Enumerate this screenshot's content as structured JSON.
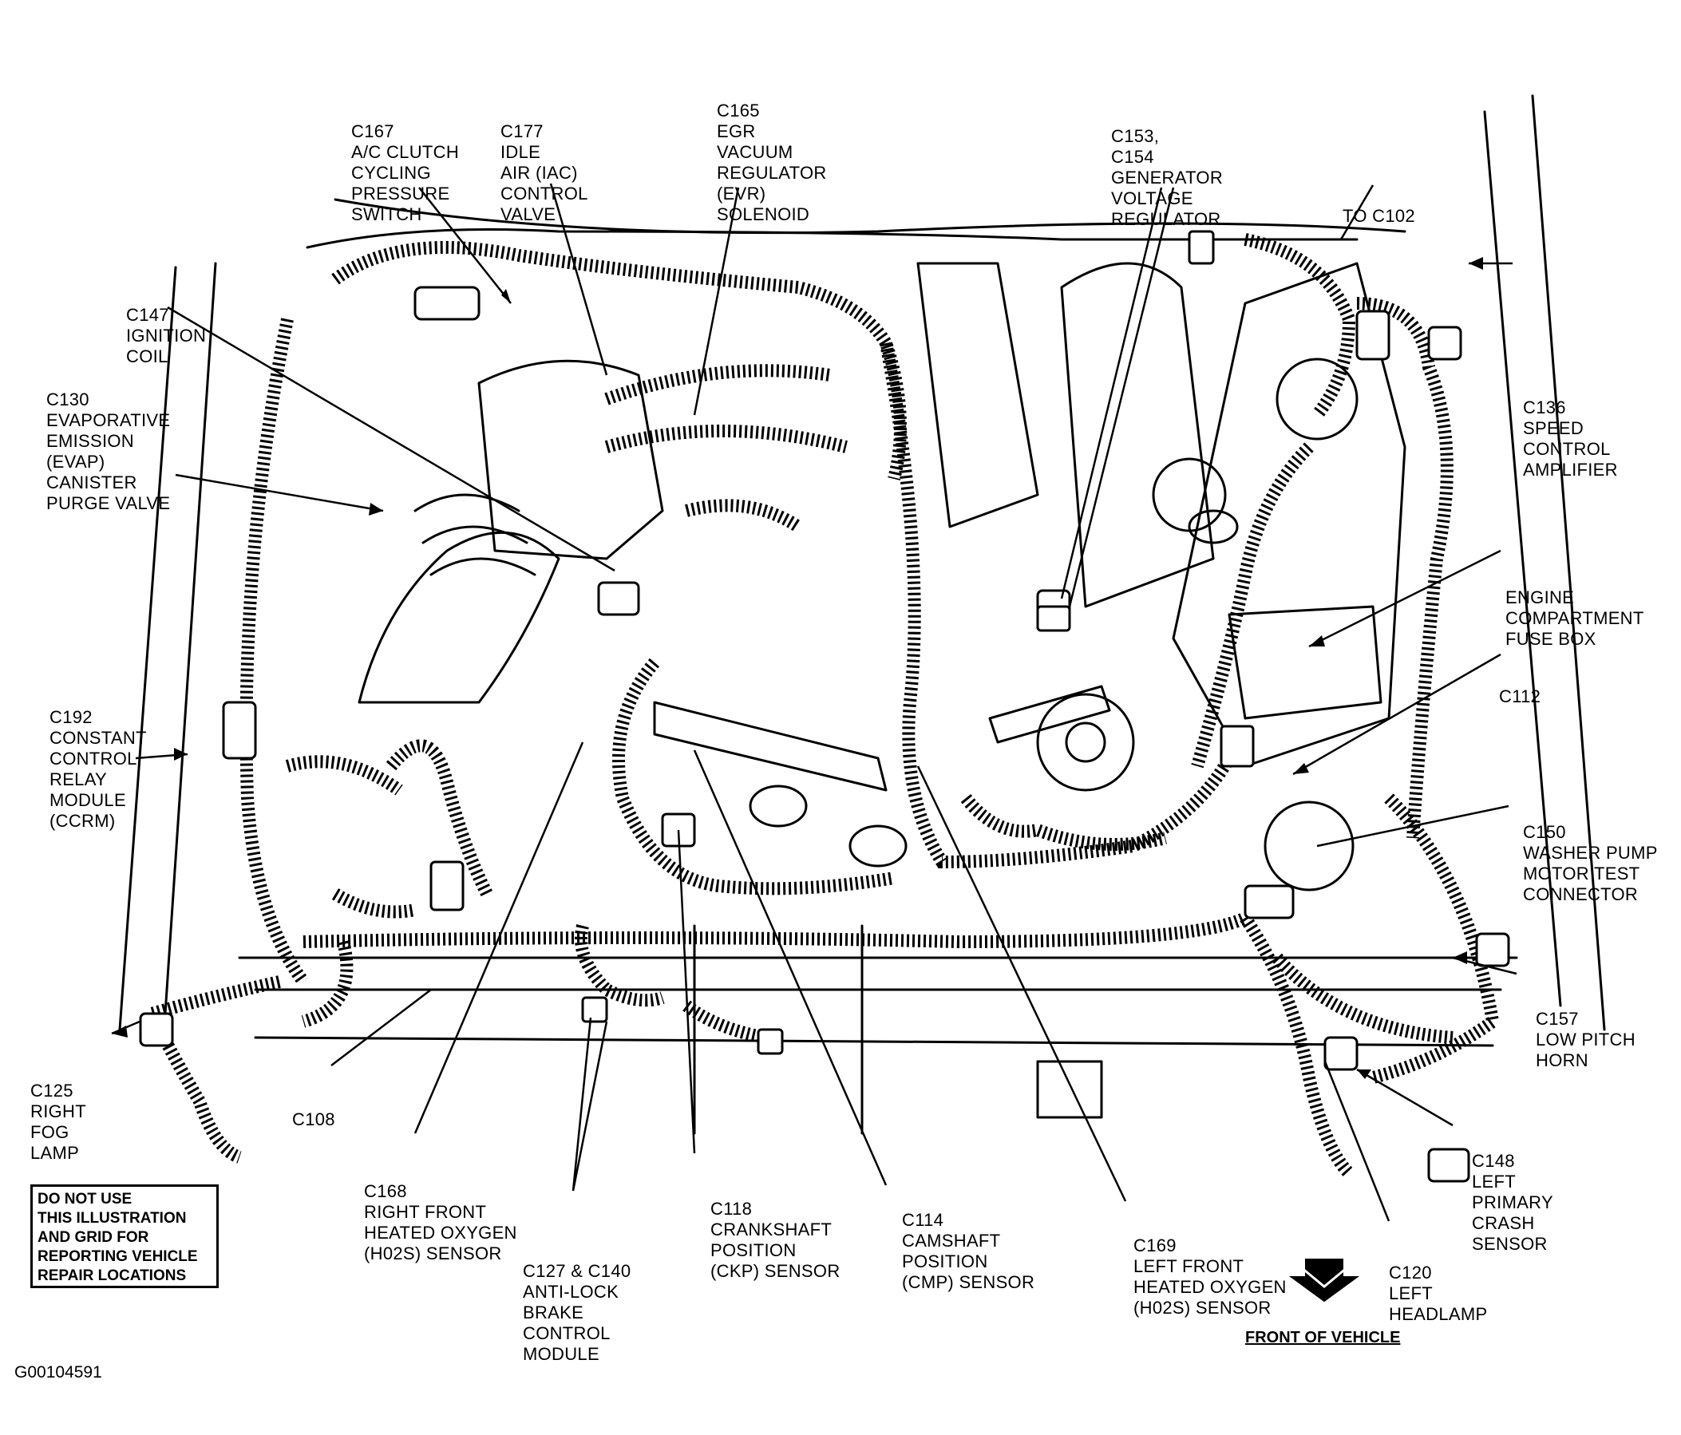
{
  "labels": {
    "c167": [
      "C167",
      "A/C CLUTCH",
      "CYCLING",
      "PRESSURE",
      "SWITCH"
    ],
    "c177": [
      "C177",
      "IDLE",
      "AIR (IAC)",
      "CONTROL",
      "VALVE"
    ],
    "c165": [
      "C165",
      "EGR",
      "VACUUM",
      "REGULATOR",
      "(EVR)",
      "SOLENOID"
    ],
    "c153": [
      "C153,",
      "C154",
      "GENERATOR",
      "VOLTAGE",
      "REGULATOR"
    ],
    "to_c102": [
      "TO C102"
    ],
    "c147": [
      "C147",
      "IGNITION",
      "COIL"
    ],
    "c130": [
      "C130",
      "EVAPORATIVE",
      "EMISSION",
      "(EVAP)",
      "CANISTER",
      "PURGE VALVE"
    ],
    "c136": [
      "C136",
      "SPEED",
      "CONTROL",
      "AMPLIFIER"
    ],
    "engine_fuse": [
      "ENGINE",
      "COMPARTMENT",
      "FUSE BOX"
    ],
    "c112": [
      "C112"
    ],
    "c192": [
      "C192",
      "CONSTANT",
      "CONTROL",
      "RELAY",
      "MODULE",
      "(CCRM)"
    ],
    "c150": [
      "C150",
      "WASHER PUMP",
      "MOTOR TEST",
      "CONNECTOR"
    ],
    "c157": [
      "C157",
      "LOW PITCH",
      "HORN"
    ],
    "c125": [
      "C125",
      "RIGHT",
      "FOG",
      "LAMP"
    ],
    "c108": [
      "C108"
    ],
    "c148": [
      "C148",
      "LEFT",
      "PRIMARY",
      "CRASH",
      "SENSOR"
    ],
    "c168": [
      "C168",
      "RIGHT FRONT",
      "HEATED OXYGEN",
      "(H02S) SENSOR"
    ],
    "c118": [
      "C118",
      "CRANKSHAFT",
      "POSITION",
      "(CKP) SENSOR"
    ],
    "c114": [
      "C114",
      "CAMSHAFT",
      "POSITION",
      "(CMP) SENSOR"
    ],
    "c169": [
      "C169",
      "LEFT FRONT",
      "HEATED OXYGEN",
      "(H02S) SENSOR"
    ],
    "c120": [
      "C120",
      "LEFT",
      "HEADLAMP"
    ],
    "c127": [
      "C127 & C140",
      "ANTI-LOCK",
      "BRAKE",
      "CONTROL",
      "MODULE"
    ]
  },
  "warning_lines": [
    "DO NOT USE",
    "THIS ILLUSTRATION",
    "AND GRID FOR",
    "REPORTING VEHICLE",
    "REPAIR LOCATIONS"
  ],
  "front_of_vehicle": "FRONT OF VEHICLE",
  "figure_id": "G00104591"
}
